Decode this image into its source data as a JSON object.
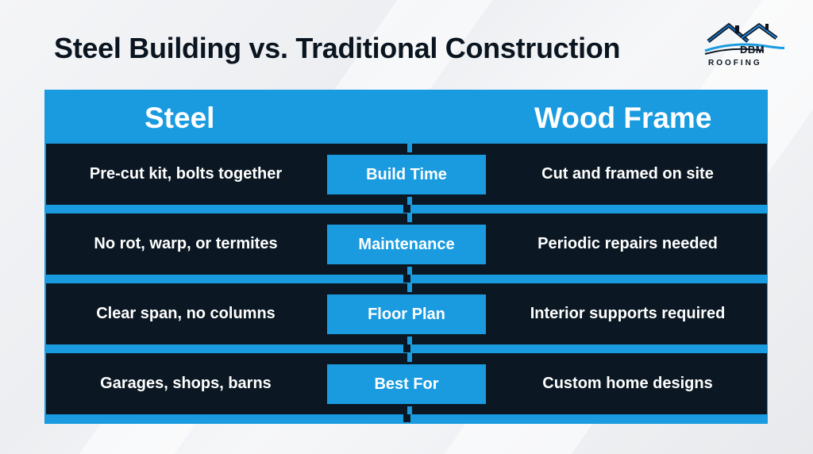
{
  "title": "Steel Building vs. Traditional Construction",
  "logo": {
    "brand": "DBM",
    "sub": "ROOFING"
  },
  "columns": {
    "left": "Steel",
    "right": "Wood Frame"
  },
  "rows": [
    {
      "label": "Build Time",
      "steel": "Pre-cut kit, bolts together",
      "wood": "Cut and framed on site"
    },
    {
      "label": "Maintenance",
      "steel": "No rot, warp, or termites",
      "wood": "Periodic repairs needed"
    },
    {
      "label": "Floor Plan",
      "steel": "Clear span, no columns",
      "wood": "Interior supports required"
    },
    {
      "label": "Best For",
      "steel": "Garages, shops, barns",
      "wood": "Custom home designs"
    }
  ],
  "colors": {
    "accent": "#1a9be0",
    "dark": "#0b1823",
    "text": "#ffffff"
  }
}
